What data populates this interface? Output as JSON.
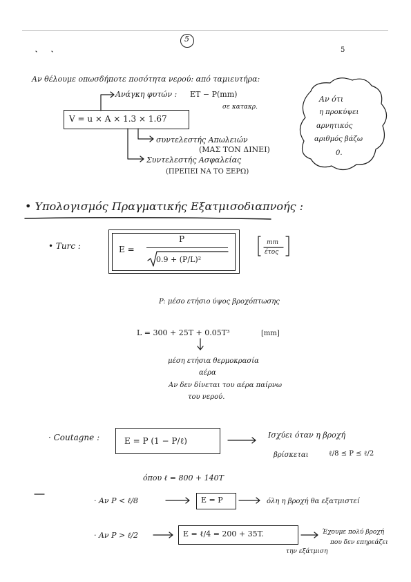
{
  "header": {
    "circled_number": "5",
    "page_number": "5"
  },
  "water_need": {
    "bullet_line": "Αν θέλουμε οπωσδήποτε ποσότητα νερού: από ταμιευτήρα:",
    "needs_label": "Ανάγκη φυτών :",
    "needs_expr": "ET − P(mm)",
    "annual_note": "σε κατακρ.",
    "formula": "V = u × A × 1.3 × 1.67",
    "losses_line": "συντελεστής Απωλειών",
    "losses_note": "(ΜΑΣ ΤΟΝ ΔΙΝΕΙ)",
    "safety_line": "Συντελεστής Ασφαλείας",
    "safety_note": "(ΠΡΕΠΕΙ ΝΑ ΤΟ ΞΕΡΩ)"
  },
  "cloud_note": {
    "lines": [
      "Αν ότι",
      "η προκύψει",
      "αρνητικός",
      "αριθμός βάζω",
      "0."
    ]
  },
  "section": {
    "title": "• Υπολογισμός Πραγματικής Εξατμισοδιαπνοής :"
  },
  "turc": {
    "label": "• Turc :",
    "lhs": "E =",
    "numerator": "P",
    "denominator": "0.9 + (P/L)²",
    "units_num": "mm",
    "units_den": "έτος",
    "p_def": "P: μέσο ετήσιο ύψος βροχόπτωσης",
    "l_formula": "L = 300 + 25T + 0.05T³",
    "l_units": "[mm]",
    "t_def_1": "μέση ετήσια θερμοκρασία",
    "t_def_2": "αέρα",
    "t_def_3": "Αν δεν δίνεται του αέρα παίρνω",
    "t_def_4": "του νερού."
  },
  "coutagne": {
    "label": "· Coutagne :",
    "formula": "E = P (1 − P/ℓ)",
    "validity_1": "Ισχύει όταν η βροχή",
    "validity_2": "βρίσκεται",
    "validity_range": "ℓ/8 ≤ P ≤ ℓ/2",
    "where": "όπου  ℓ = 800 + 140T",
    "case1_cond": "· Αν   P < ℓ/8",
    "case1_formula": "E = P",
    "case1_note": "όλη η βροχή θα εξατμιστεί",
    "case2_cond": "· Αν   P > ℓ/2",
    "case2_formula": "E = ℓ/4 = 200 + 35T.",
    "case2_note_1": "Έχουμε πολύ βροχή",
    "case2_note_2": "που δεν επηρεάζει",
    "case2_note_3": "την εξάτμιση"
  }
}
